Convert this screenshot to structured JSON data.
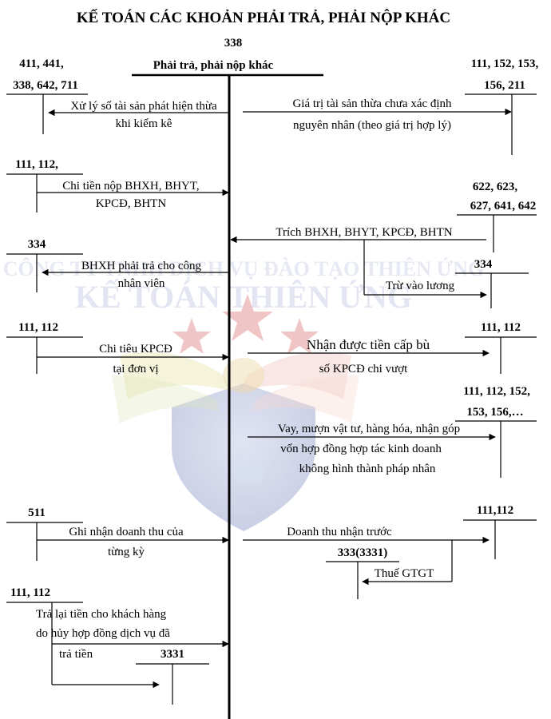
{
  "title": "KẾ TOÁN CÁC KHOẢN PHẢI TRẢ, PHẢI NỘP KHÁC",
  "account_code": "338",
  "account_name": "Phải trả, phải nộp khác",
  "watermark": {
    "line1": "CÔNG TY TNHH DỊCH VỤ ĐÀO TẠO THIÊN ỨNG",
    "line2": "KẾ TOÁN THIÊN ỨNG"
  },
  "left": [
    {
      "code1": "411, 441,",
      "code2": "338, 642, 711",
      "label1": "Xử lý số tài sản phát hiện thừa",
      "label2": "khi kiểm kê"
    },
    {
      "code1": "111, 112,",
      "label1": "Chi tiền nộp BHXH, BHYT,",
      "label2": "KPCĐ, BHTN"
    },
    {
      "code1": "334",
      "label1": "BHXH phải trả cho công",
      "label2": "nhân viên"
    },
    {
      "code1": "111, 112",
      "label1": "Chi tiêu KPCĐ",
      "label2": "tại đơn vị"
    },
    {
      "code1": "511",
      "label1": "Ghi nhận doanh thu của",
      "label2": "từng kỳ"
    },
    {
      "code1": "111, 112",
      "label1": "Trả lại tiền cho khách hàng",
      "label2": "do hủy hợp đồng dịch vụ đã",
      "label3": "trả tiền",
      "sub_code": "3331"
    }
  ],
  "right": [
    {
      "code1": "111, 152, 153,",
      "code2": "156, 211",
      "label1": "Giá trị tài sản thừa chưa xác định",
      "label2": "nguyên nhân (theo giá trị hợp lý)"
    },
    {
      "code1": "622, 623,",
      "code2": "627, 641, 642",
      "label1": "Trích BHXH, BHYT, KPCĐ, BHTN",
      "sub_code": "334",
      "sub_label": "Trừ vào lương"
    },
    {
      "code1": "111, 112",
      "label1": "Nhận được tiền cấp bù",
      "label2": "số KPCĐ chi vượt"
    },
    {
      "code1": "111, 112, 152,",
      "code2": "153, 156,…",
      "label1": "Vay, mượn vật tư, hàng hóa, nhận góp",
      "label2": "vốn hợp đồng hợp tác kinh doanh",
      "label3": "không hình thành pháp nhân"
    },
    {
      "code1": "111,112",
      "label1": "Doanh thu nhận trước",
      "sub_code": "333(3331)",
      "sub_label": "Thuế GTGT"
    }
  ]
}
